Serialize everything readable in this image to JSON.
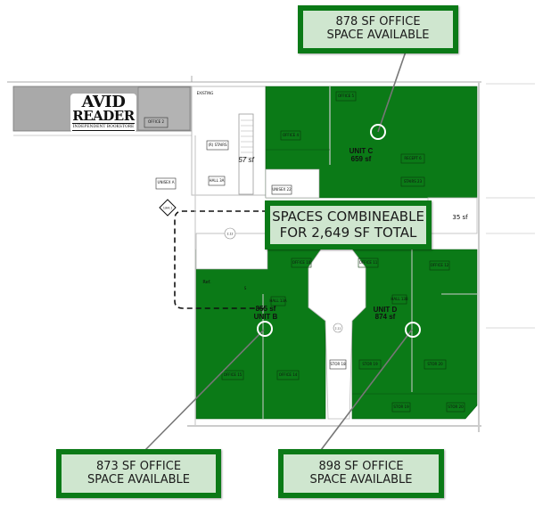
{
  "colors": {
    "leasable_green": "#0b7a17",
    "callout_fill": "#cfe6cf",
    "callout_border": "#0b7a17",
    "neighbor_gray": "#a9a9a9",
    "wall": "#cccccc",
    "leader_line": "#777777"
  },
  "callouts": {
    "unit_c": {
      "line1": "878 SF OFFICE",
      "line2": "SPACE AVAILABLE"
    },
    "combined": {
      "line1": "SPACES COMBINEABLE",
      "line2": "FOR 2,649 SF TOTAL"
    },
    "unit_b": {
      "line1": "873 SF OFFICE",
      "line2": "SPACE AVAILABLE"
    },
    "unit_d": {
      "line1": "898 SF OFFICE",
      "line2": "SPACE AVAILABLE"
    }
  },
  "neighbor": {
    "logo_line1": "AVID",
    "logo_line2": "READER",
    "logo_line3": "INDEPENDENT BOOKSTORE",
    "room": "OFFICE 2"
  },
  "units": {
    "unit_c": {
      "name": "UNIT C",
      "area": "659 sf"
    },
    "unit_b": {
      "name": "UNIT B",
      "area": "855 sf"
    },
    "unit_d": {
      "name": "UNIT D",
      "area": "874 sf"
    }
  },
  "areas": {
    "stairs_area": "57 sf",
    "corridor_area": "35 sf"
  },
  "rooms": [
    {
      "id": "office-5",
      "label": "OFFICE 5"
    },
    {
      "id": "office-4",
      "label": "OFFICE 4"
    },
    {
      "id": "recept-6",
      "label": "RECEPT 6"
    },
    {
      "id": "stairs-23",
      "label": "STAIRS 23"
    },
    {
      "id": "unisex-22",
      "label": "UNISEX 22"
    },
    {
      "id": "stairs-r",
      "label": "(R) STAIRS"
    },
    {
      "id": "hall-3a",
      "label": "HALL 3A"
    },
    {
      "id": "unisex-a",
      "label": "UNISEX A"
    },
    {
      "id": "office-10",
      "label": "OFFICE 10"
    },
    {
      "id": "office-11",
      "label": "OFFICE 11"
    },
    {
      "id": "office-12",
      "label": "OFFICE 12"
    },
    {
      "id": "hall-13a",
      "label": "HALL 13A"
    },
    {
      "id": "hall-13b",
      "label": "HALL 13B"
    },
    {
      "id": "office-17",
      "label": "OFFICE 17"
    },
    {
      "id": "office-16",
      "label": "OFFICE 16"
    },
    {
      "id": "stor-18",
      "label": "STOR 18"
    },
    {
      "id": "office-15",
      "label": "OFFICE 15"
    },
    {
      "id": "office-14",
      "label": "OFFICE 14"
    },
    {
      "id": "stor-19",
      "label": "STOR 19"
    },
    {
      "id": "stor-20",
      "label": "STOR 20"
    },
    {
      "id": "ref",
      "label": "Ref."
    },
    {
      "id": "s",
      "label": "S"
    }
  ],
  "annotations": {
    "section_marker": "1/A4.1",
    "door_212": "2.12",
    "door_211": "2.11",
    "existing": "EXISTING"
  }
}
